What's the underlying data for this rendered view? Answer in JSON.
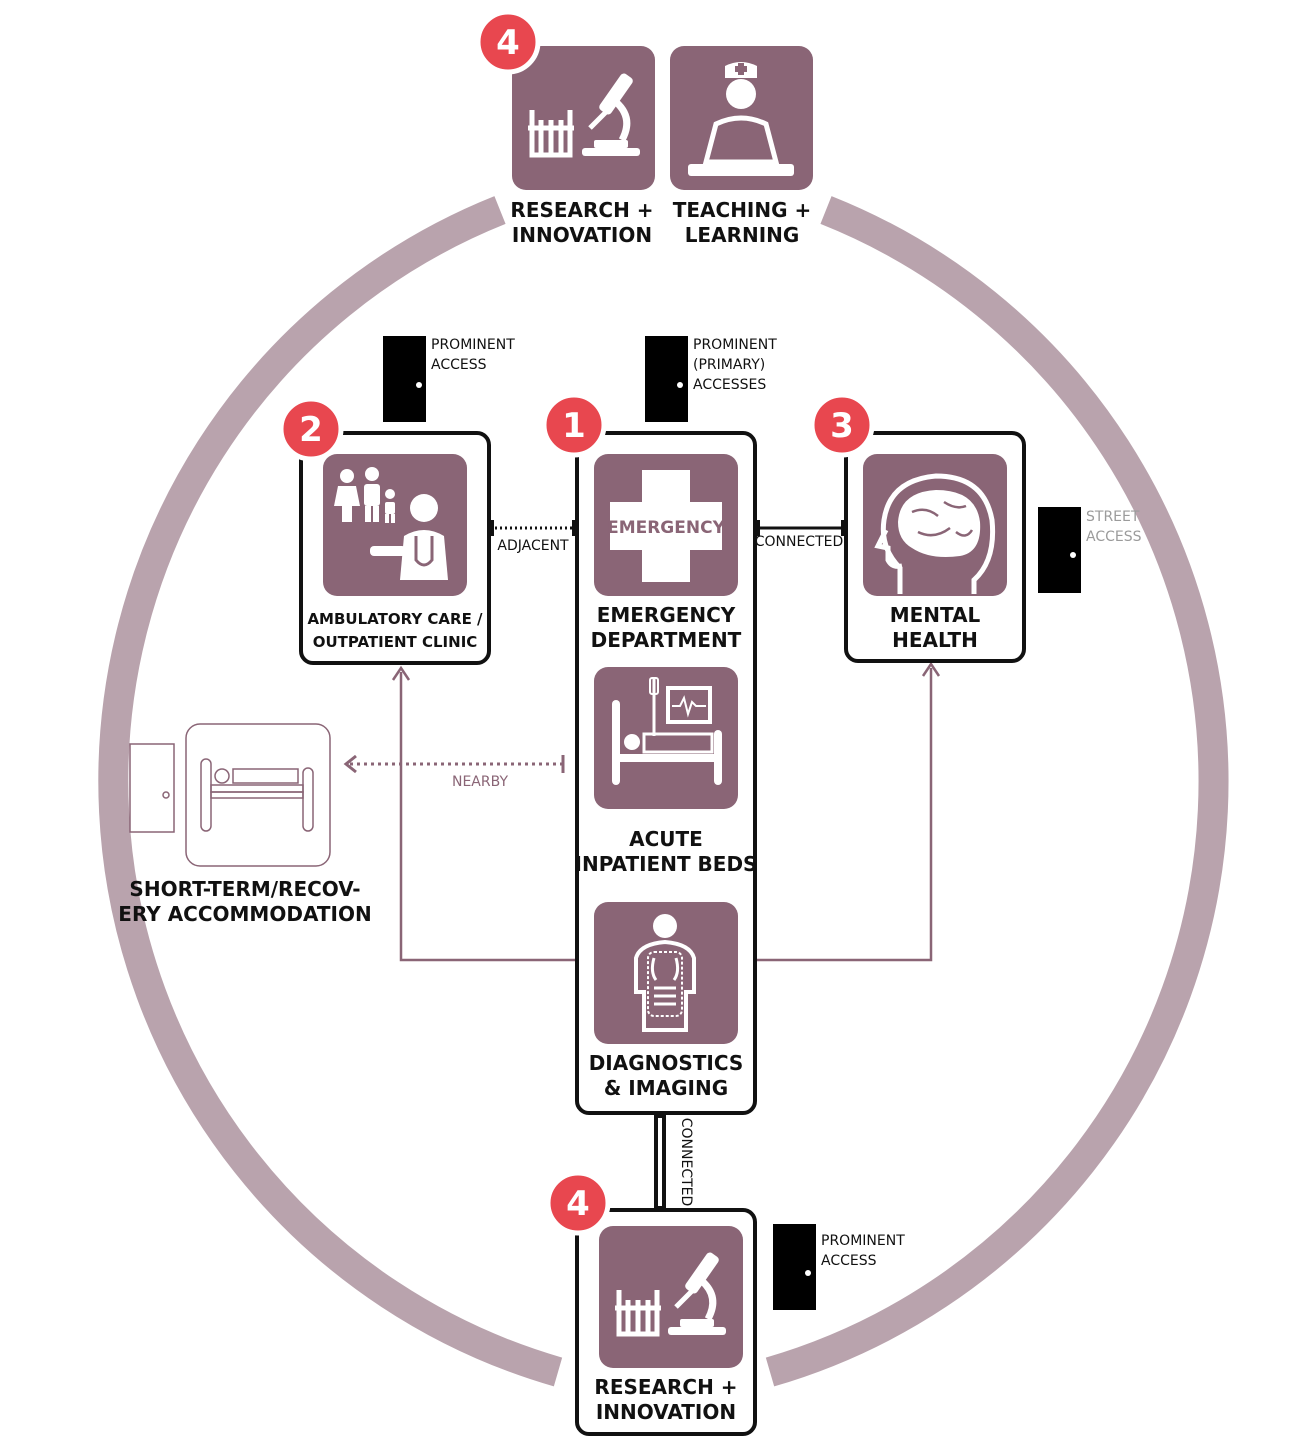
{
  "colors": {
    "tile": "#8a6576",
    "ring": "#b9a3ad",
    "badge": "#e8474f",
    "line": "#8a6576",
    "door": "#000000"
  },
  "top": {
    "badge": "4",
    "research_line1": "RESEARCH +",
    "research_line2": "INNOVATION",
    "teaching_line1": "TEACHING +",
    "teaching_line2": "LEARNING"
  },
  "ambulatory": {
    "badge": "2",
    "line1": "AMBULATORY CARE /",
    "line2": "OUTPATIENT CLINIC",
    "access_line1": "PROMINENT",
    "access_line2": "ACCESS"
  },
  "core": {
    "badge": "1",
    "access_line1": "PROMINENT",
    "access_line2": "(PRIMARY)",
    "access_line3": "ACCESSES",
    "emergency_sign": "EMERGENCY",
    "emergency_line1": "EMERGENCY",
    "emergency_line2": "DEPARTMENT",
    "acute_line1": "ACUTE",
    "acute_line2": "INPATIENT BEDS",
    "diag_line1": "DIAGNOSTICS",
    "diag_line2": "& IMAGING"
  },
  "mental": {
    "badge": "3",
    "line1": "MENTAL",
    "line2": "HEALTH",
    "access_line1": "STREET",
    "access_line2": "ACCESS"
  },
  "links": {
    "adjacent": "ADJACENT",
    "connected_right": "CONNECTED",
    "nearby": "NEARBY",
    "connected_bottom": "CONNECTED"
  },
  "short_term": {
    "line1": "SHORT-TERM/RECOV-",
    "line2": "ERY ACCOMMODATION"
  },
  "bottom": {
    "badge": "4",
    "line1": "RESEARCH +",
    "line2": "INNOVATION",
    "access_line1": "PROMINENT",
    "access_line2": "ACCESS"
  }
}
